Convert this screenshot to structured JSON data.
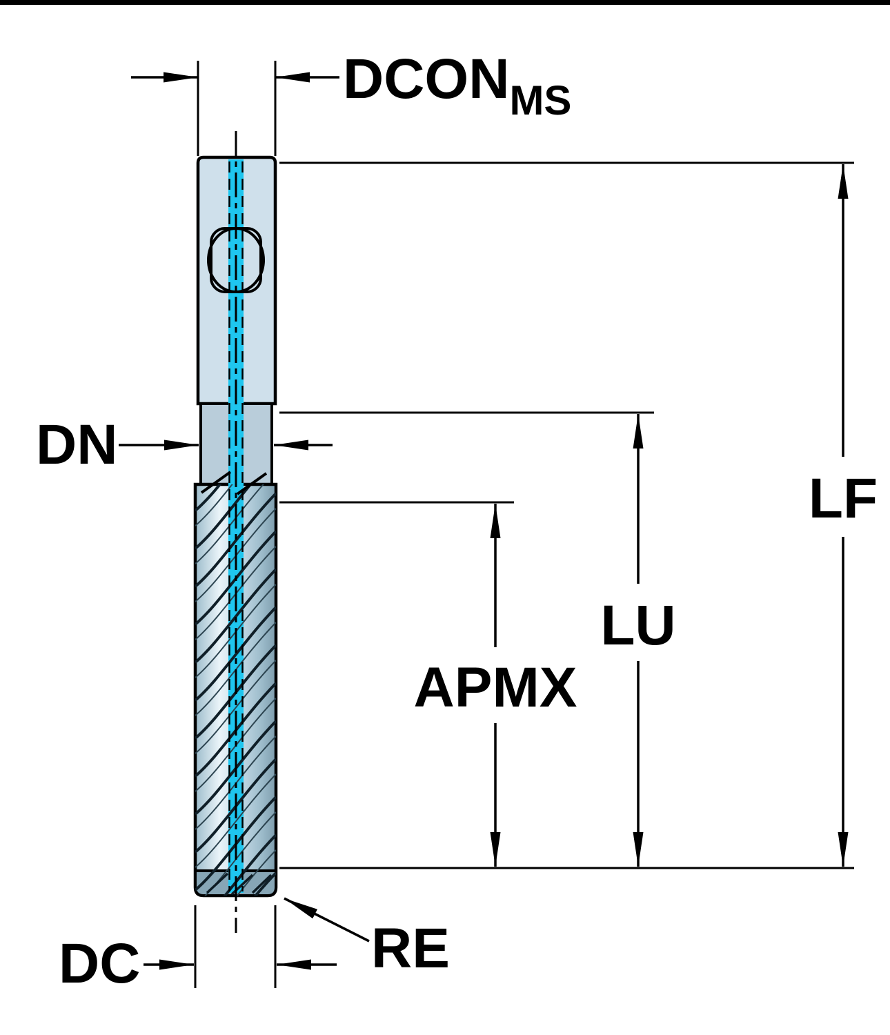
{
  "labels": {
    "dcon_main": "DCON",
    "dcon_sub": "MS",
    "lf": "LF",
    "lu": "LU",
    "apmx": "APMX",
    "dn": "DN",
    "dc": "DC",
    "re": "RE"
  },
  "colors": {
    "outline": "#000000",
    "background": "#ffffff",
    "coolant": "#1fc6ef",
    "shank_fill": "#cfe0eb",
    "neck_fill": "#b9cdda",
    "flute_light": "#eaf4f9",
    "flute_mid": "#c6dbe7",
    "flute_dark": "#9dbccb",
    "flute_edge": "#7e9dad",
    "end_face_fill": "#87a6b6"
  }
}
